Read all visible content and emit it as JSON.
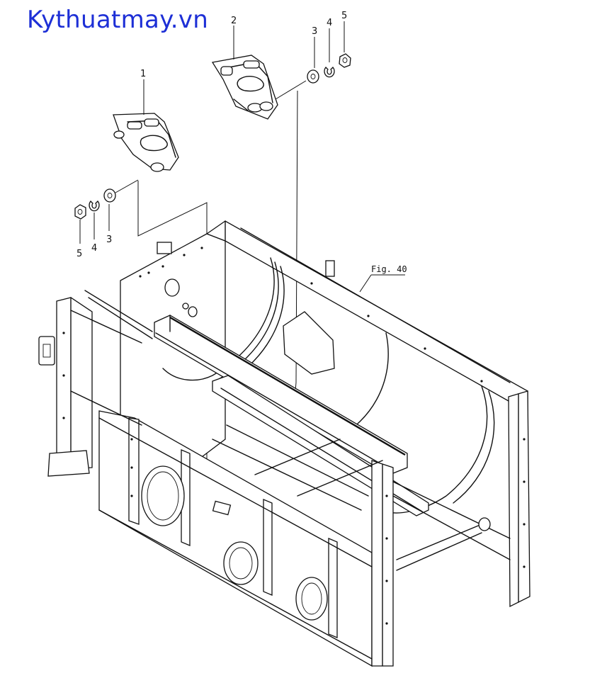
{
  "watermark": "Kythuatmay.vn",
  "callouts": {
    "part_1": "1",
    "part_2": "2",
    "washer_upper": "3",
    "lockwasher_upper": "4",
    "nut_upper": "5",
    "washer_lower": "3",
    "lockwasher_lower": "4",
    "nut_lower": "5"
  },
  "figure_ref": "Fig. 40",
  "colors": {
    "watermark": "#1d2fd6",
    "line": "#111111"
  }
}
